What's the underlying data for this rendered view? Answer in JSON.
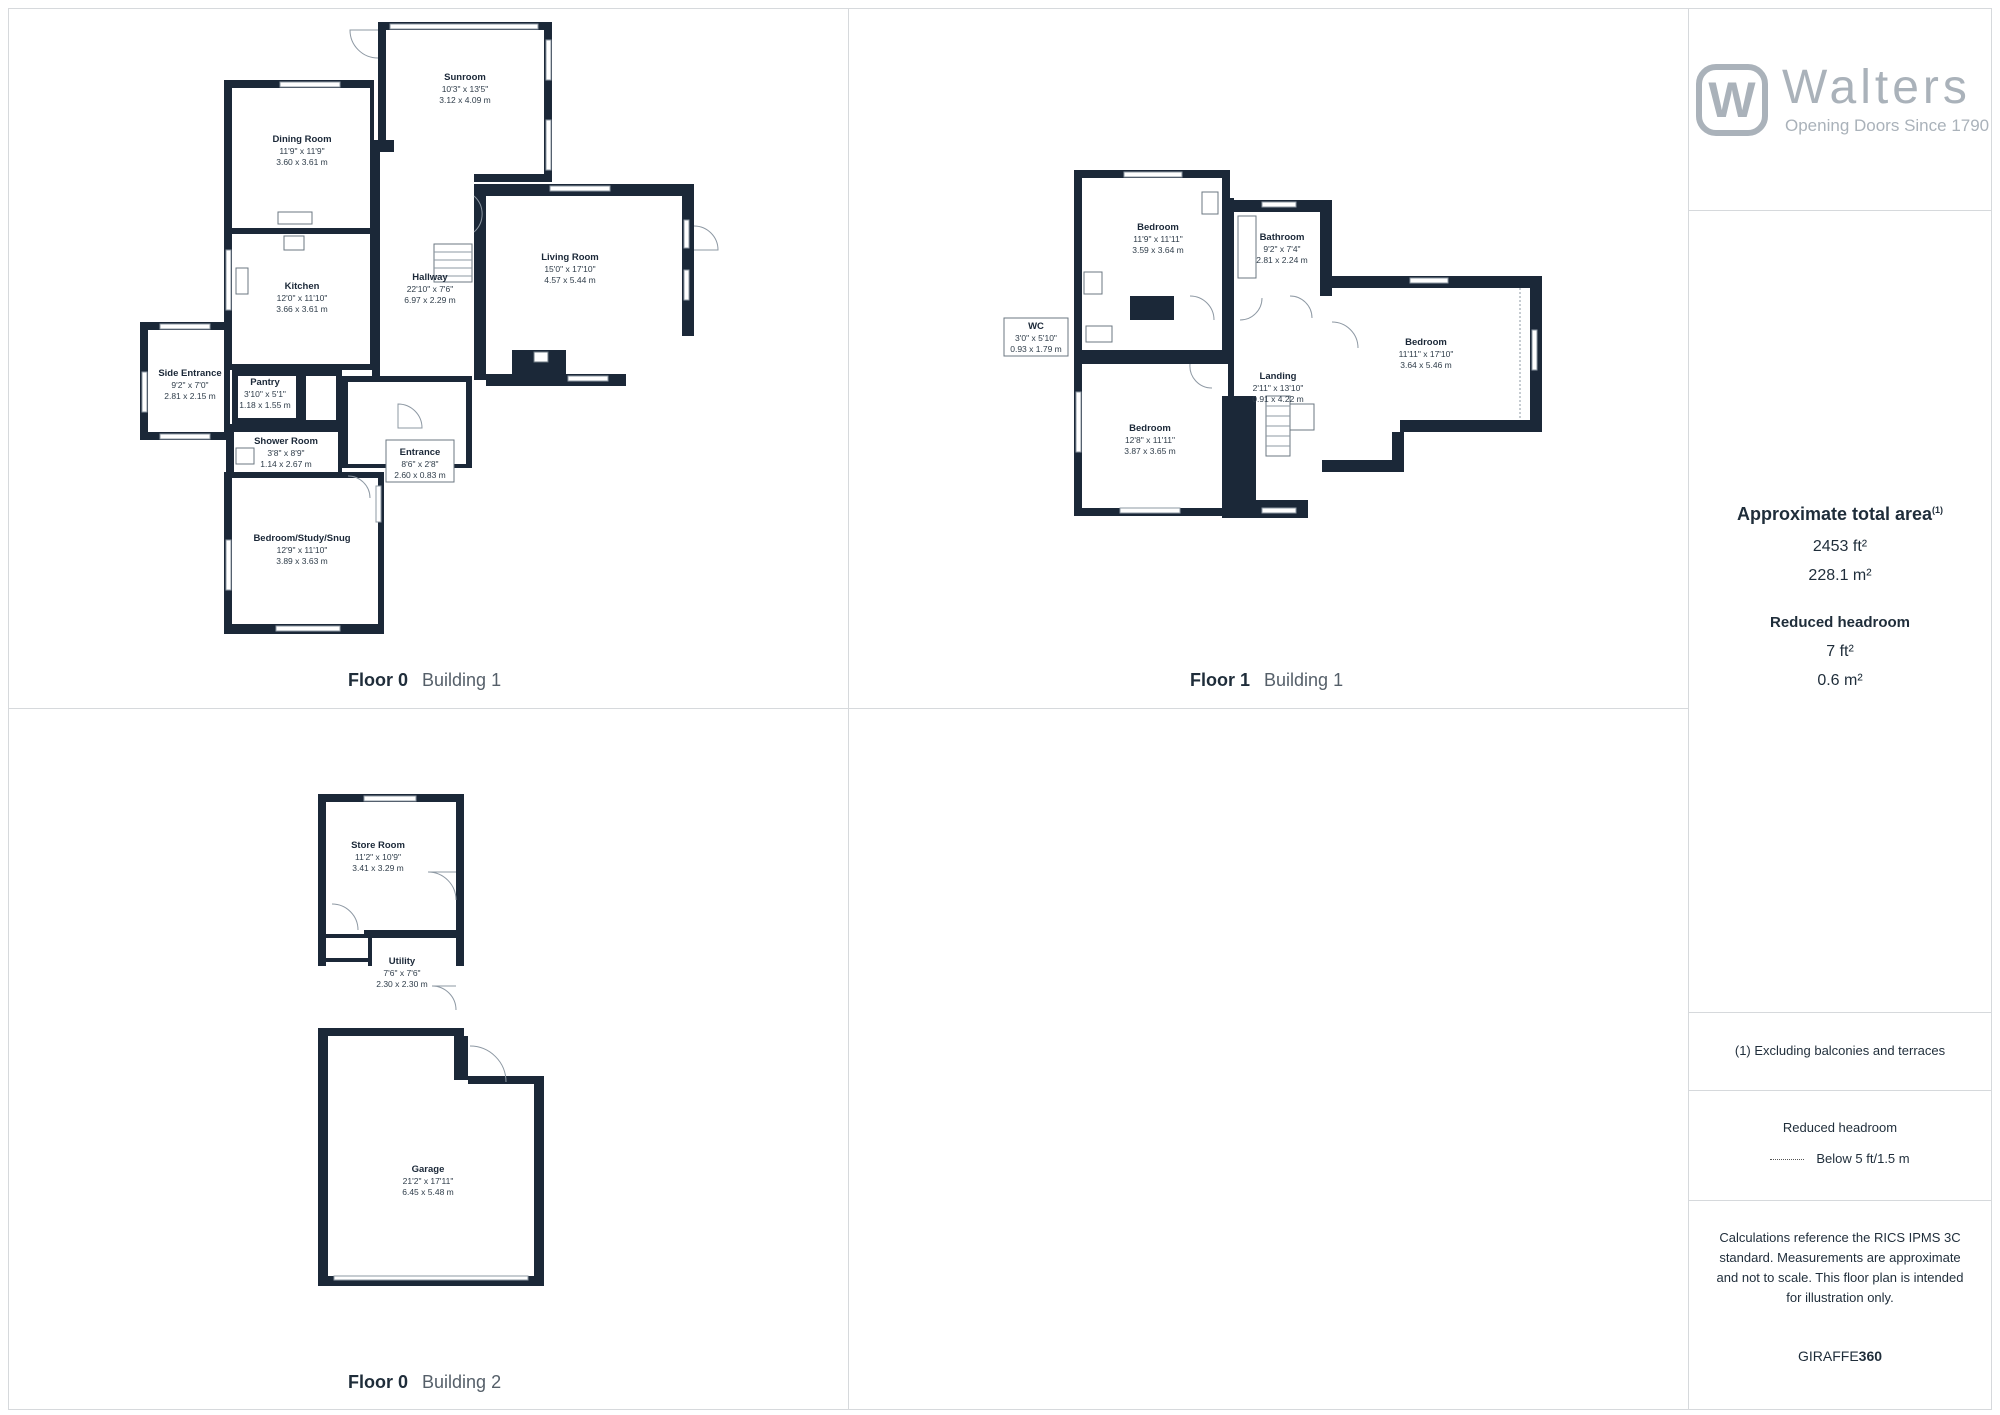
{
  "brand": {
    "logo_letter": "W",
    "name": "Walters",
    "tagline": "Opening Doors Since 1790",
    "color": "#aab2ba"
  },
  "floors": [
    {
      "floor": "Floor 0",
      "building": "Building 1"
    },
    {
      "floor": "Floor 1",
      "building": "Building 1"
    },
    {
      "floor": "Floor 0",
      "building": "Building 2"
    }
  ],
  "rooms": {
    "sunroom": {
      "name": "Sunroom",
      "imperial": "10'3\" x 13'5\"",
      "metric": "3.12 x 4.09 m"
    },
    "dining": {
      "name": "Dining Room",
      "imperial": "11'9\" x 11'9\"",
      "metric": "3.60 x 3.61 m"
    },
    "kitchen": {
      "name": "Kitchen",
      "imperial": "12'0\" x 11'10\"",
      "metric": "3.66 x 3.61 m"
    },
    "hallway": {
      "name": "Hallway",
      "imperial": "22'10\" x 7'6\"",
      "metric": "6.97 x 2.29 m"
    },
    "living": {
      "name": "Living Room",
      "imperial": "15'0\" x 17'10\"",
      "metric": "4.57 x 5.44 m"
    },
    "side_entrance": {
      "name": "Side Entrance",
      "imperial": "9'2\" x 7'0\"",
      "metric": "2.81 x 2.15 m"
    },
    "pantry": {
      "name": "Pantry",
      "imperial": "3'10\" x 5'1\"",
      "metric": "1.18 x 1.55 m"
    },
    "shower": {
      "name": "Shower Room",
      "imperial": "3'8\" x 8'9\"",
      "metric": "1.14 x 2.67 m"
    },
    "entrance": {
      "name": "Entrance",
      "imperial": "8'6\" x 2'8\"",
      "metric": "2.60 x 0.83 m"
    },
    "bed_study": {
      "name": "Bedroom/Study/Snug",
      "imperial": "12'9\" x 11'10\"",
      "metric": "3.89 x 3.63 m"
    },
    "f1_bed1": {
      "name": "Bedroom",
      "imperial": "11'9\" x 11'11\"",
      "metric": "3.59 x 3.64 m"
    },
    "f1_bath": {
      "name": "Bathroom",
      "imperial": "9'2\" x 7'4\"",
      "metric": "2.81 x 2.24 m"
    },
    "f1_wc": {
      "name": "WC",
      "imperial": "3'0\" x 5'10\"",
      "metric": "0.93 x 1.79 m"
    },
    "f1_bed2": {
      "name": "Bedroom",
      "imperial": "11'11\" x 17'10\"",
      "metric": "3.64 x 5.46 m"
    },
    "f1_landing": {
      "name": "Landing",
      "imperial": "2'11\" x 13'10\"",
      "metric": "0.91 x 4.22 m"
    },
    "f1_bed3": {
      "name": "Bedroom",
      "imperial": "12'8\" x 11'11\"",
      "metric": "3.87 x 3.65 m"
    },
    "store": {
      "name": "Store Room",
      "imperial": "11'2\" x 10'9\"",
      "metric": "3.41 x 3.29 m"
    },
    "utility": {
      "name": "Utility",
      "imperial": "7'6\" x 7'6\"",
      "metric": "2.30 x 2.30 m"
    },
    "garage": {
      "name": "Garage",
      "imperial": "21'2\" x 17'11\"",
      "metric": "6.45 x 5.48 m"
    }
  },
  "summary": {
    "total_title": "Approximate total area",
    "total_sup": "(1)",
    "total_ft": "2453 ft²",
    "total_m": "228.1 m²",
    "reduced_title": "Reduced headroom",
    "reduced_ft": "7 ft²",
    "reduced_m": "0.6 m²"
  },
  "footnote": "(1) Excluding balconies and terraces",
  "legend": {
    "title": "Reduced headroom",
    "item": "Below 5 ft/1.5 m"
  },
  "disclaimer": "Calculations reference the RICS IPMS 3C standard. Measurements are approximate and not to scale. This floor plan is intended for illustration only.",
  "credit": {
    "prefix": "GIRAFFE",
    "suffix": "360"
  },
  "colors": {
    "wall": "#1b2838",
    "divider": "#d6d9dc",
    "muted": "#aab2ba"
  }
}
